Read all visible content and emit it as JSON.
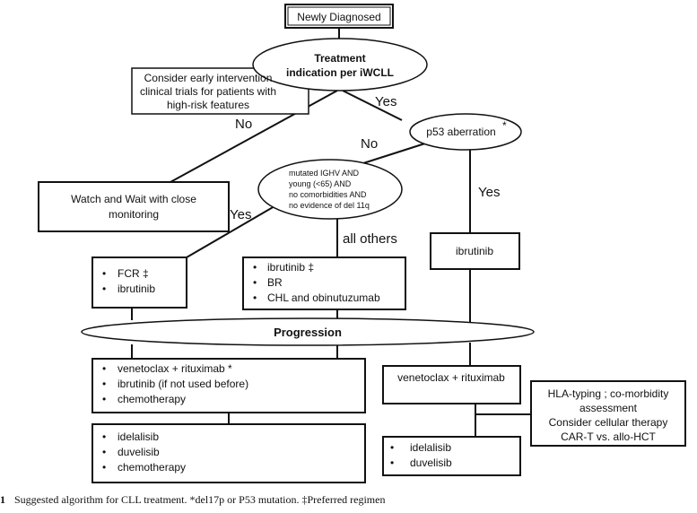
{
  "nodes": {
    "newly_diagnosed": "Newly Diagnosed",
    "treatment_indication": [
      "Treatment",
      "indication per iWCLL"
    ],
    "early_intervention": [
      "Consider early intervention",
      "clinical trials for patients with",
      "high-risk features"
    ],
    "p53_aberration": "p53 aberration",
    "p53_mark": "*",
    "watch_and_wait": [
      "Watch and Wait with close",
      "monitoring"
    ],
    "criteria": [
      "mutated IGHV AND",
      "young (<65) AND",
      "no comorbidities AND",
      "no evidence of del 11q"
    ],
    "fcr_box": [
      "FCR ‡",
      "ibrutinib"
    ],
    "all_others_box": [
      "ibrutinib ‡",
      "BR",
      "CHL and obinutuzumab"
    ],
    "ibrutinib_box": "ibrutinib",
    "progression": "Progression",
    "second_line_left": [
      "venetoclax + rituximab *",
      "ibrutinib (if not used before)",
      "chemotherapy"
    ],
    "third_line_left": [
      "idelalisib",
      "duvelisib",
      "chemotherapy"
    ],
    "second_line_right": "venetoclax + rituximab",
    "hla_box": [
      "HLA-typing ; co-morbidity",
      "assessment",
      "Consider cellular therapy",
      "CAR-T vs. allo-HCT"
    ],
    "third_line_right": [
      "idelalisib",
      "duvelisib"
    ]
  },
  "edge_labels": {
    "no_1": "No",
    "yes_1": "Yes",
    "no_2": "No",
    "yes_2": "Yes",
    "yes_3": "Yes",
    "all_others": "all others"
  },
  "bullet": "•",
  "caption": {
    "prefix": "1",
    "text": "Suggested algorithm for CLL treatment. *del17p or P53 mutation. ‡Preferred regimen"
  }
}
